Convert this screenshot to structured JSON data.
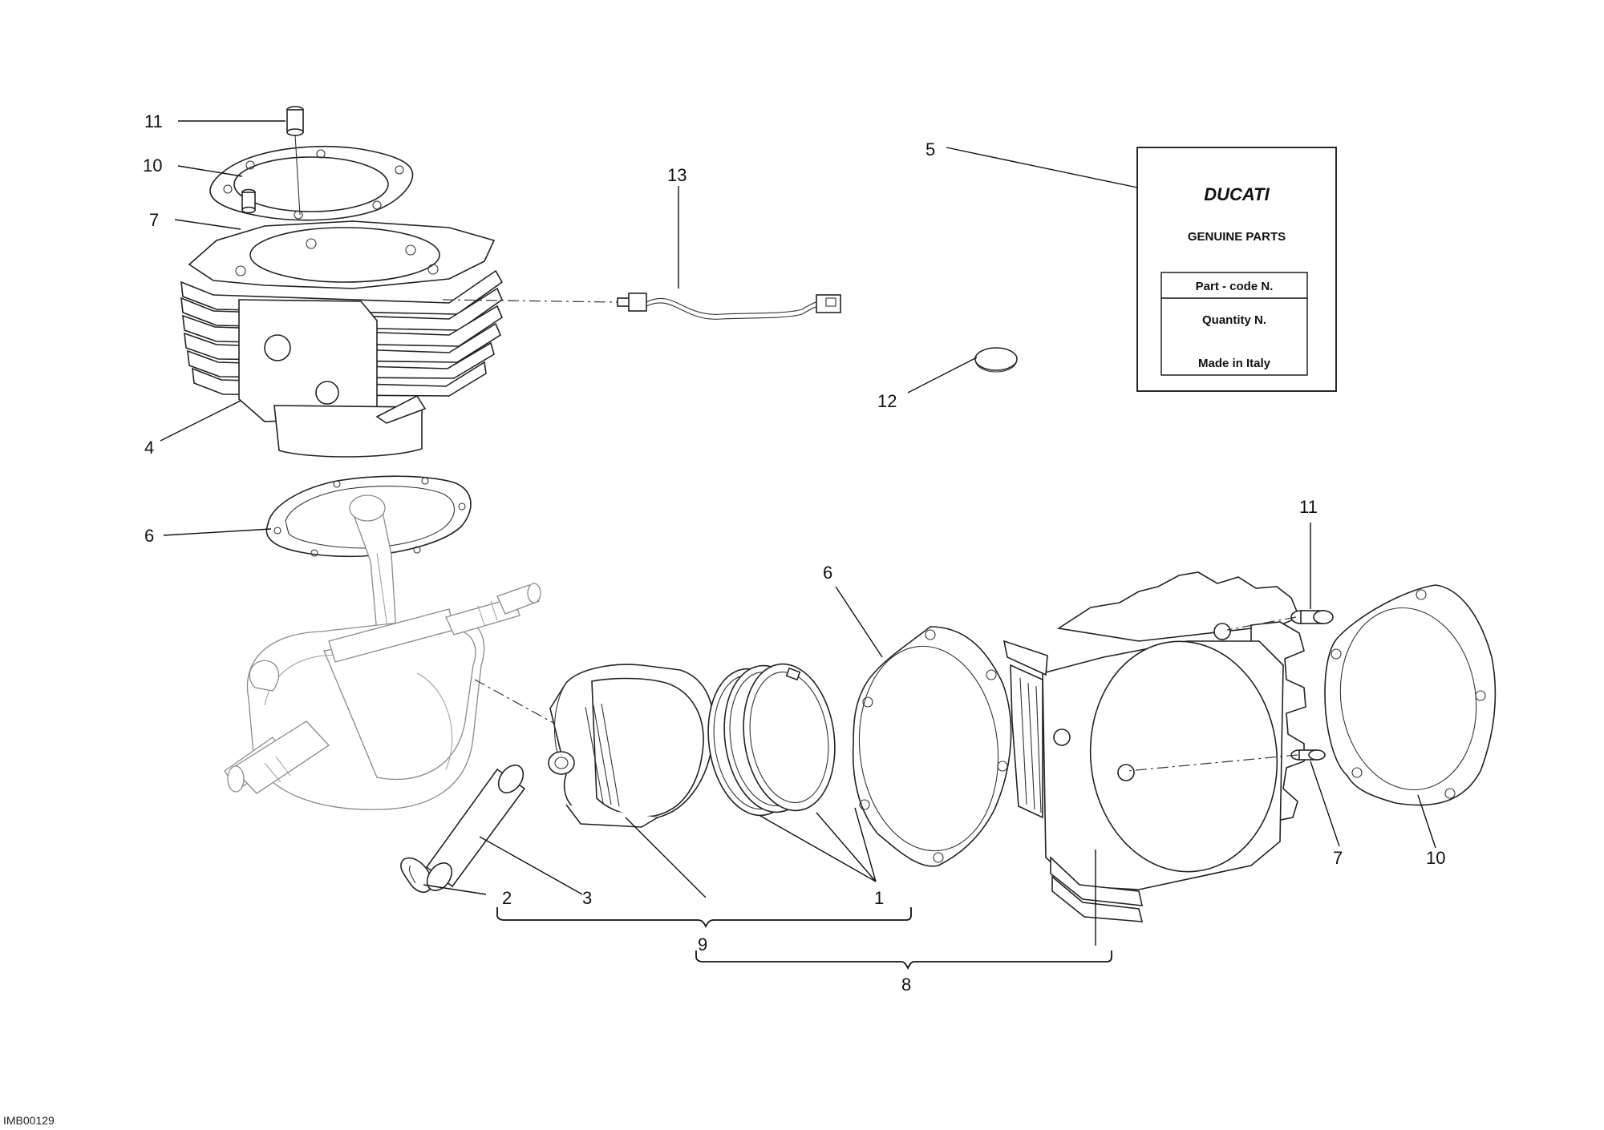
{
  "callouts": {
    "c11_top": "11",
    "c10_top": "10",
    "c7_top": "7",
    "c4": "4",
    "c6_left": "6",
    "c13": "13",
    "c5": "5",
    "c12": "12",
    "c11_right": "11",
    "c6_mid": "6",
    "c7_right": "7",
    "c10_right": "10",
    "c2": "2",
    "c3": "3",
    "c1": "1",
    "c9": "9",
    "c8": "8"
  },
  "label": {
    "brand": "DUCATI",
    "subtitle": "GENUINE PARTS",
    "part_code": "Part - code N.",
    "quantity": "Quantity N.",
    "made_in": "Made in Italy"
  },
  "image_code": "IMB00129",
  "icons": [
    "cylinder-top",
    "cylinder-right",
    "crankshaft",
    "piston",
    "piston-rings",
    "head-gasket",
    "base-gasket",
    "dowel",
    "temperature-sensor",
    "plug",
    "circlip",
    "gudgeon-pin",
    "parts-label"
  ]
}
